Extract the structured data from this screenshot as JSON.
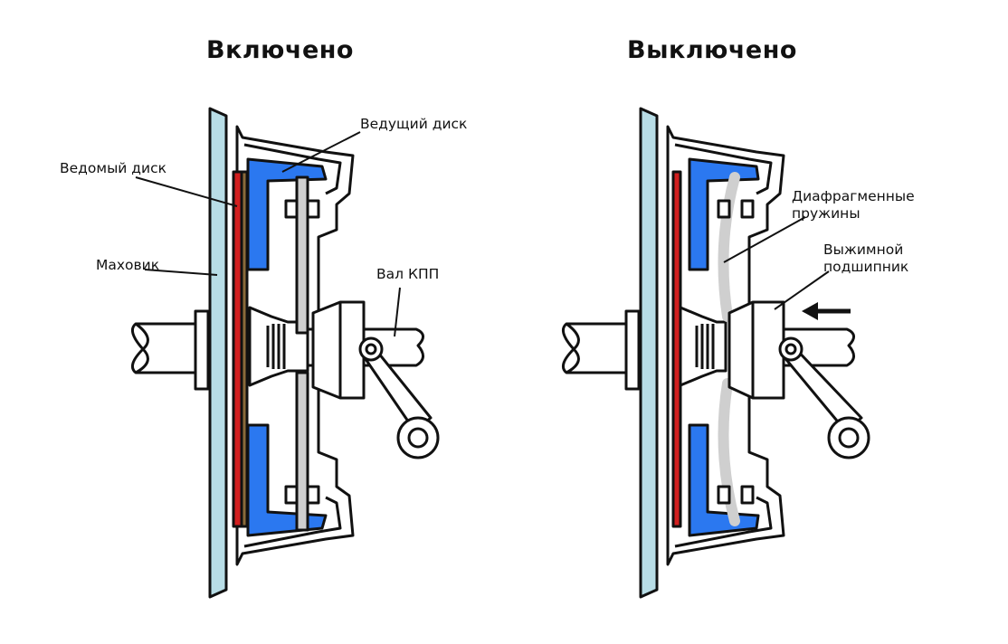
{
  "diagram": {
    "colors": {
      "flywheel": "#b8dde6",
      "pressure_plate": "#2b78f0",
      "friction_lining": "#d21f1f",
      "driven_disc": "#8a6a3a",
      "spring": "#cfcfcf",
      "line": "#111111"
    },
    "engaged": {
      "title": "Включено",
      "labels": {
        "driving_disc": "Ведущий диск",
        "driven_disc": "Ведомый диск",
        "flywheel": "Маховик",
        "shaft": "Вал КПП"
      }
    },
    "disengaged": {
      "title": "Выключено",
      "labels": {
        "diaphragm_line1": "Диафрагменные",
        "diaphragm_line2": "пружины",
        "bearing_line1": "Выжимной",
        "bearing_line2": "подшипник"
      },
      "arrow_icon": "left-arrow-icon"
    }
  }
}
